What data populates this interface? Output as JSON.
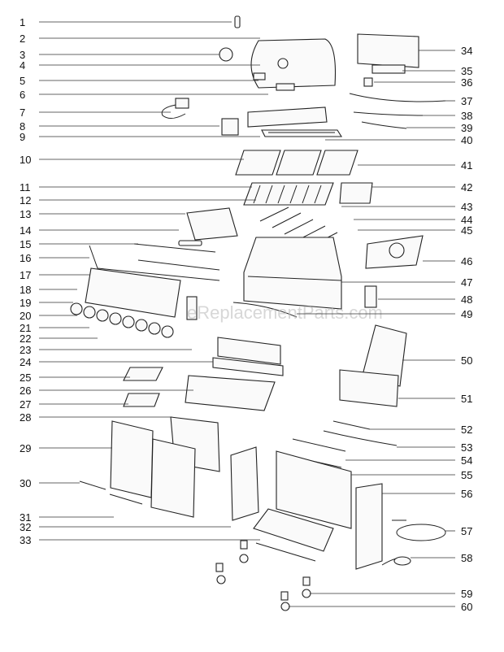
{
  "watermark": "eReplacementParts.com",
  "left_callouts": [
    "1",
    "2",
    "3",
    "4",
    "5",
    "6",
    "7",
    "8",
    "9",
    "10",
    "11",
    "12",
    "13",
    "14",
    "15",
    "16",
    "17",
    "18",
    "19",
    "20",
    "21",
    "22",
    "23",
    "24",
    "25",
    "26",
    "27",
    "28",
    "29",
    "30",
    "31",
    "32",
    "33"
  ],
  "right_callouts": [
    "34",
    "35",
    "36",
    "37",
    "38",
    "39",
    "40",
    "41",
    "42",
    "43",
    "44",
    "45",
    "46",
    "47",
    "48",
    "49",
    "50",
    "51",
    "52",
    "53",
    "54",
    "55",
    "56",
    "57",
    "58",
    "59",
    "60"
  ]
}
